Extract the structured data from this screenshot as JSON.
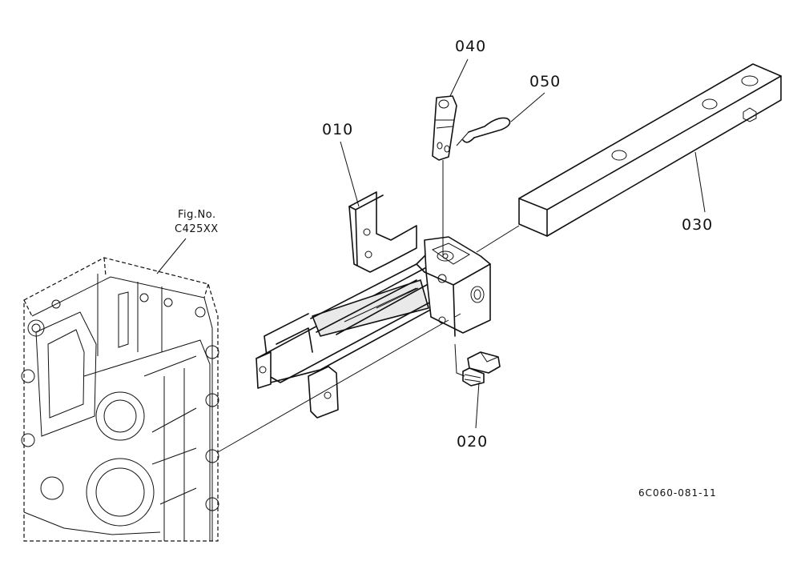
{
  "reference": {
    "fig_label": "Fig.No.",
    "fig_code": "C425XX"
  },
  "parts": [
    {
      "id": "010",
      "label": "010"
    },
    {
      "id": "020",
      "label": "020"
    },
    {
      "id": "030",
      "label": "030"
    },
    {
      "id": "040",
      "label": "040"
    },
    {
      "id": "050",
      "label": "050"
    }
  ],
  "drawing_code": "6C060-081-11"
}
